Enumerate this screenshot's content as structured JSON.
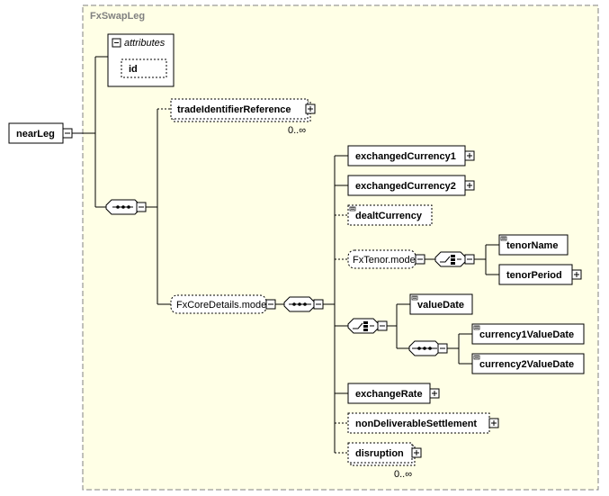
{
  "colors": {
    "outer_bg": "#ffffe6",
    "box_border": "#000000",
    "dashed_border": "#808080"
  },
  "outer": {
    "title": "FxSwapLeg"
  },
  "attributes": {
    "title": "attributes",
    "items": [
      "id"
    ]
  },
  "root": {
    "label": "nearLeg"
  },
  "elements": {
    "tradeIdentifierReference": {
      "label": "tradeIdentifierReference",
      "cardinality": "0..∞"
    },
    "exchangedCurrency1": {
      "label": "exchangedCurrency1"
    },
    "exchangedCurrency2": {
      "label": "exchangedCurrency2"
    },
    "dealtCurrency": {
      "label": "dealtCurrency"
    },
    "fxTenorModel": {
      "label": "FxTenor.model"
    },
    "tenorName": {
      "label": "tenorName"
    },
    "tenorPeriod": {
      "label": "tenorPeriod"
    },
    "fxCoreDetailsModel": {
      "label": "FxCoreDetails.model"
    },
    "valueDate": {
      "label": "valueDate"
    },
    "currency1ValueDate": {
      "label": "currency1ValueDate"
    },
    "currency2ValueDate": {
      "label": "currency2ValueDate"
    },
    "exchangeRate": {
      "label": "exchangeRate"
    },
    "nonDeliverableSettlement": {
      "label": "nonDeliverableSettlement"
    },
    "disruption": {
      "label": "disruption",
      "cardinality": "0..∞"
    }
  },
  "icons": [
    "collapse-icon",
    "expand-icon",
    "sequence-icon",
    "choice-icon",
    "text-content-icon"
  ]
}
